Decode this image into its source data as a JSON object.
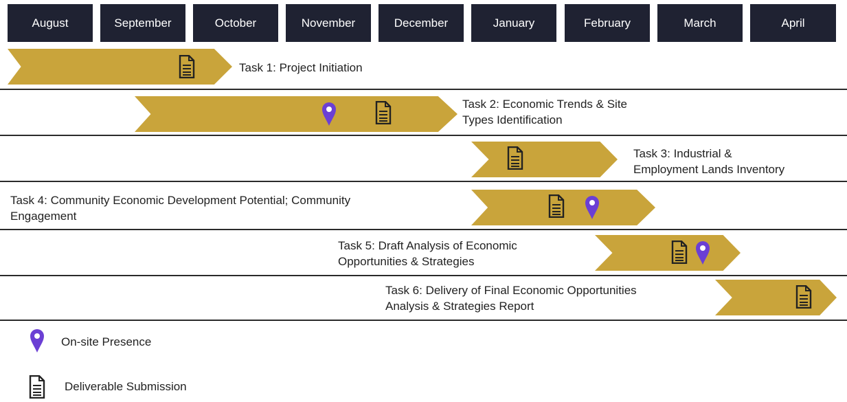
{
  "colors": {
    "month_bg": "#1f2232",
    "arrow": "#c9a43b",
    "pin": "#6b3fd4",
    "doc": "#222222"
  },
  "months": [
    "August",
    "September",
    "October",
    "November",
    "December",
    "January",
    "February",
    "March",
    "April"
  ],
  "tasks": [
    {
      "lines": [
        "Task 1: Project Initiation"
      ],
      "icons": [
        "document-icon"
      ]
    },
    {
      "lines": [
        "Task 2: Economic Trends & Site",
        "Types Identification"
      ],
      "icons": [
        "location-pin-icon",
        "document-icon"
      ]
    },
    {
      "lines": [
        "Task 3: Industrial &",
        "Employment Lands Inventory"
      ],
      "icons": [
        "document-icon"
      ]
    },
    {
      "lines": [
        "Task 4: Community Economic Development Potential; Community",
        "Engagement"
      ],
      "icons": [
        "document-icon",
        "location-pin-icon"
      ]
    },
    {
      "lines": [
        "Task 5: Draft Analysis of Economic",
        "Opportunities & Strategies"
      ],
      "icons": [
        "document-icon",
        "location-pin-icon"
      ]
    },
    {
      "lines": [
        "Task 6: Delivery of Final Economic Opportunities",
        "Analysis & Strategies Report"
      ],
      "icons": [
        "document-icon"
      ]
    }
  ],
  "legend": {
    "onsite": {
      "label": "On-site Presence",
      "icon": "location-pin-icon"
    },
    "deliverable": {
      "label": "Deliverable Submission",
      "icon": "document-icon"
    }
  }
}
